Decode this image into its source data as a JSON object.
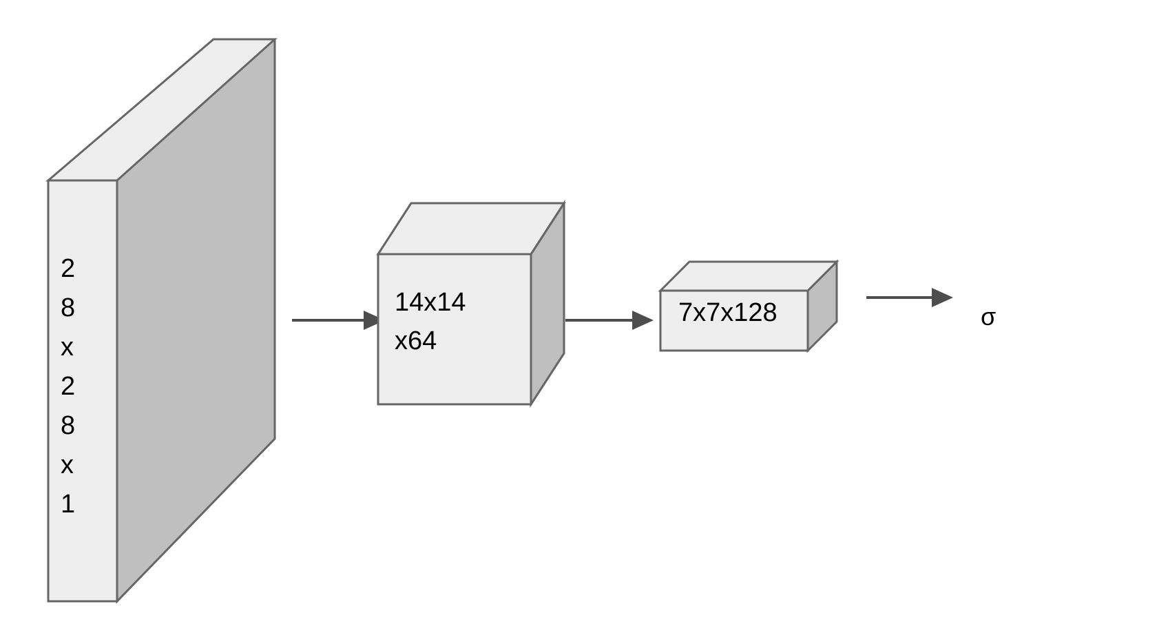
{
  "diagram": {
    "type": "neural-network-architecture",
    "background_color": "#ffffff",
    "stroke_color": "#666666",
    "front_face_color": "#eeeeee",
    "side_face_color": "#bfbfbf",
    "arrow_color": "#4d4d4d",
    "text_color": "#000000",
    "blocks": [
      {
        "id": "input-volume",
        "label": "2\n8\nx\n2\n8\nx\n1",
        "label_flat": "28x28x1"
      },
      {
        "id": "conv1-volume",
        "label": "14x14\nx64",
        "label_flat": "14x14x64"
      },
      {
        "id": "conv2-volume",
        "label": "7x7x128",
        "label_flat": "7x7x128"
      }
    ],
    "output": {
      "id": "sigmoid-output",
      "label": "σ"
    },
    "arrows": [
      {
        "id": "arrow-1",
        "from": "input-volume",
        "to": "conv1-volume"
      },
      {
        "id": "arrow-2",
        "from": "conv1-volume",
        "to": "conv2-volume"
      },
      {
        "id": "arrow-3",
        "from": "conv2-volume",
        "to": "sigmoid-output"
      }
    ]
  }
}
